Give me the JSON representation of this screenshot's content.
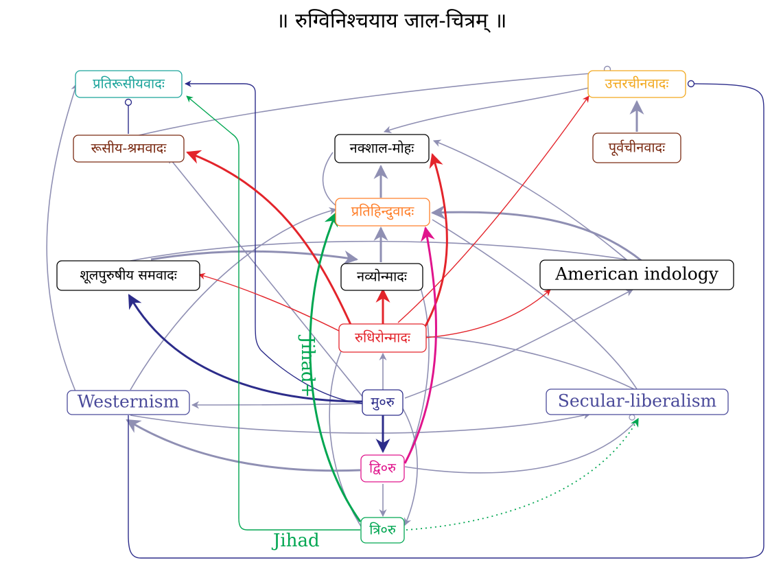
{
  "title": "॥ रुग्विनिश्चयाय जाल-चित्रम् ॥",
  "colors": {
    "gray": "#8f8fb3",
    "navy": "#2c2c8a",
    "navy_light": "#4a4a9a",
    "red": "#e3242b",
    "magenta": "#e0148c",
    "green": "#00a651",
    "green_light": "#2db36b",
    "teal": "#1aa39a",
    "orange": "#ff7f2a",
    "gold": "#f2a81d",
    "brown": "#7a2a12",
    "black": "#000000"
  },
  "nodes": {
    "pratirusi": {
      "label": "प्रतिरूसीयवादः",
      "color": "teal"
    },
    "uttarachina": {
      "label": "उत्तरचीनवादः",
      "color": "gold"
    },
    "rusi_shrama": {
      "label": "रूसीय-श्रमवादः",
      "color": "brown"
    },
    "naxal": {
      "label": "नक्शाल-मोहः",
      "color": "black"
    },
    "purvachina": {
      "label": "पूर्वचीनवादः",
      "color": "brown"
    },
    "pratihindu": {
      "label": "प्रतिहिन्दुवादः",
      "color": "orange"
    },
    "shula": {
      "label": "शूलपुरुषीय समवादः",
      "color": "black"
    },
    "navyon": {
      "label": "नव्योन्मादः",
      "color": "black"
    },
    "american": {
      "label": "American indology",
      "color": "black"
    },
    "rudhiron": {
      "label": "रुधिरोन्मादः",
      "color": "red"
    },
    "westernism": {
      "label": "Westernism",
      "color": "navy_light"
    },
    "mu_ru": {
      "label": "मु०रु",
      "color": "navy"
    },
    "secular": {
      "label": "Secular-liberalism",
      "color": "navy_light"
    },
    "dvi_ru": {
      "label": "द्वि०रु",
      "color": "magenta"
    },
    "tri_ru": {
      "label": "त्रि०रु",
      "color": "green"
    }
  },
  "edge_labels": {
    "jihad_plus": "Jihad+",
    "jihad": "Jihad"
  }
}
